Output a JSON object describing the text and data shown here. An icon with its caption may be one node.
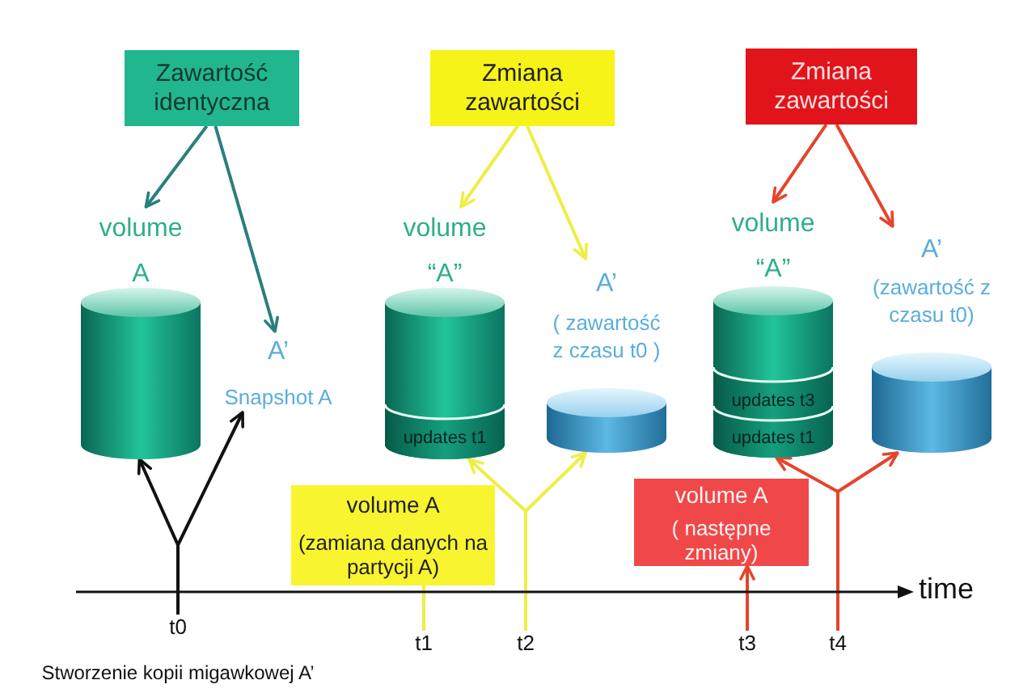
{
  "diagram": {
    "nodes": [
      {
        "text": [
          "Zawartość identyczna"
        ]
      },
      {
        "text": [
          "Zmiana zawartości"
        ]
      },
      {
        "text": [
          "Zmiana zawartości"
        ]
      },
      {
        "text": [
          "volume A"
        ]
      },
      {
        "text": [
          "A’",
          "Snapshot A"
        ]
      },
      {
        "text": [
          "volume “A”"
        ]
      },
      {
        "text": [
          "updates t1"
        ],
        "in": 5
      },
      {
        "text": [
          "A’",
          "( zawartość z czasu t0 )"
        ]
      },
      {
        "text": [
          "volume “A”"
        ]
      },
      {
        "text": [
          "updates t3"
        ],
        "in": 8
      },
      {
        "text": [
          "updates t1"
        ],
        "in": 8
      },
      {
        "text": [
          "A’",
          "(zawartość z czasu t0)"
        ]
      },
      {
        "text": [
          "volume A",
          "(zamiana danych na partycji A)"
        ]
      },
      {
        "text": [
          "volume A",
          "( następne zmiany)"
        ]
      },
      {
        "text": [
          "t0"
        ],
        "beside": [
          "Stworzenie kopii migawkowej A’"
        ]
      },
      {
        "text": [
          "t1"
        ]
      },
      {
        "text": [
          "t2"
        ]
      },
      {
        "text": [
          "t3"
        ]
      },
      {
        "text": [
          "t4"
        ]
      }
    ],
    "edges": [
      {
        "from": 0,
        "to": 3,
        "arrow": "to",
        "color": "#2a7f7c"
      },
      {
        "from": 0,
        "to": 4,
        "arrow": "to",
        "color": "#2a7f7c"
      },
      {
        "from": 1,
        "to": 5,
        "arrow": "to",
        "color": "#eeee44"
      },
      {
        "from": 1,
        "to": 7,
        "arrow": "to",
        "color": "#eeee44"
      },
      {
        "from": 2,
        "to": 8,
        "arrow": "to",
        "color": "#e5442c"
      },
      {
        "from": 2,
        "to": 11,
        "arrow": "to",
        "color": "#e5442c"
      },
      {
        "from": 14,
        "to": 3,
        "arrow": "to",
        "color": "#111111"
      },
      {
        "from": 14,
        "to": 4,
        "arrow": "to",
        "color": "#111111"
      },
      {
        "from": 15,
        "to": 12,
        "arrow": "none",
        "color": "#eeee44"
      },
      {
        "from": 16,
        "to": 5,
        "arrow": "to",
        "color": "#eeee44"
      },
      {
        "from": 16,
        "to": 7,
        "arrow": "to",
        "color": "#eeee44"
      },
      {
        "from": 17,
        "to": 13,
        "arrow": "to",
        "color": "#e5442c"
      },
      {
        "from": 18,
        "to": 8,
        "arrow": "to",
        "color": "#e5442c"
      },
      {
        "from": 18,
        "to": 11,
        "arrow": "to",
        "color": "#e5442c"
      }
    ],
    "labels": [
      "time"
    ]
  }
}
